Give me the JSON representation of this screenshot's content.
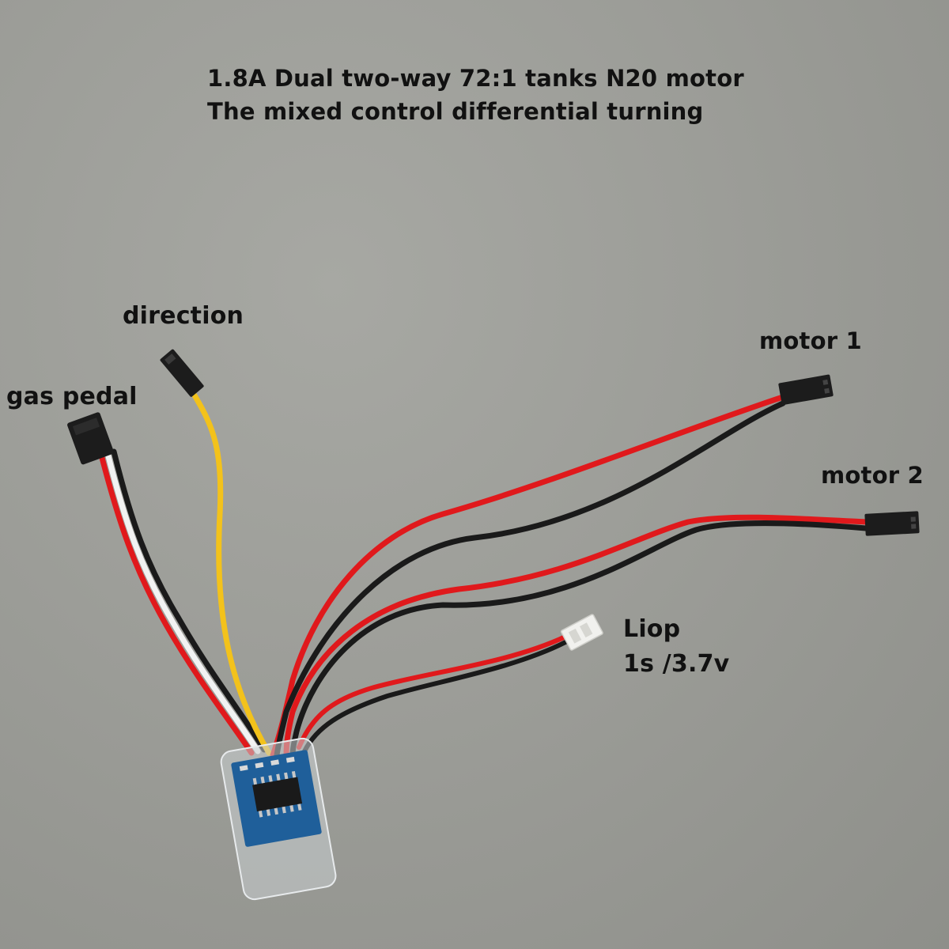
{
  "title": {
    "line1": "1.8A Dual two-way 72:1 tanks N20 motor",
    "line2": "The mixed control differential turning"
  },
  "labels": {
    "direction": "direction",
    "gas_pedal": "gas pedal",
    "motor1": "motor 1",
    "motor2": "motor 2",
    "battery_line1": "Liop",
    "battery_line2": "1s /3.7v"
  },
  "colors": {
    "background": "#9c9d98",
    "wire_red": "#e0191c",
    "wire_black": "#1a1a1a",
    "wire_white": "#f2f2f2",
    "wire_yellow": "#f3c21b",
    "pcb_blue": "#1f5f9a",
    "connector_black": "#1c1c1c",
    "connector_white": "#f1f1ee"
  }
}
